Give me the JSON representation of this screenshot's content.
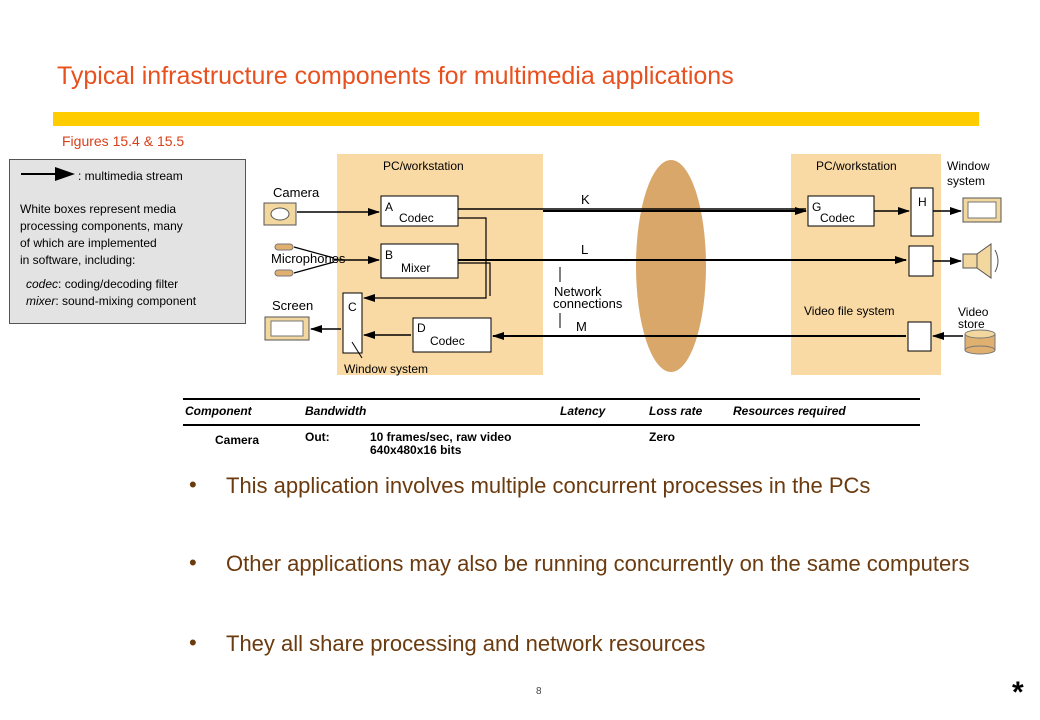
{
  "slide": {
    "title": "Typical infrastructure components for multimedia applications",
    "figure_ref": "Figures 15.4 & 15.5",
    "page_number": "8",
    "corner_mark": "*"
  },
  "legend": {
    "arrow_label": ":  multimedia stream",
    "line1": "White boxes represent media",
    "line2": "processing components, many",
    "line3": "of which are implemented",
    "line4": "in software, including:",
    "codec_term": "codec",
    "codec_desc": ": coding/decoding filter",
    "mixer_term": "mixer",
    "mixer_desc": ": sound-mixing component"
  },
  "diagram": {
    "left_pc_label": "PC/workstation",
    "right_pc_label": "PC/workstation",
    "camera": "Camera",
    "microphones": "Microphones",
    "screen": "Screen",
    "box_a_letter": "A",
    "box_a_name": "Codec",
    "box_b_letter": "B",
    "box_b_name": "Mixer",
    "box_c_letter": "C",
    "box_d_letter": "D",
    "box_d_name": "Codec",
    "window_system_left": "Window system",
    "k": "K",
    "l": "L",
    "m": "M",
    "network_line1": "Network",
    "network_line2": "connections",
    "box_g_letter": "G",
    "box_g_name": "Codec",
    "box_h_letter": "H",
    "video_file_system": "Video file system",
    "window_system_right_1": "Window",
    "window_system_right_2": "system",
    "video_store_1": "Video",
    "video_store_2": "store"
  },
  "table": {
    "headers": [
      "Component",
      "Bandwidth",
      "Latency",
      "Loss rate",
      "Resources required"
    ],
    "row": {
      "component": "Camera",
      "direction": "Out:",
      "bandwidth_line1": "10 frames/sec, raw video",
      "bandwidth_line2": "640x480x16  bits",
      "loss_rate": "Zero"
    }
  },
  "bullets": [
    "This application involves multiple concurrent processes in the PCs",
    "Other applications may also be running concurrently on the same computers",
    "They all share processing and network resources"
  ]
}
